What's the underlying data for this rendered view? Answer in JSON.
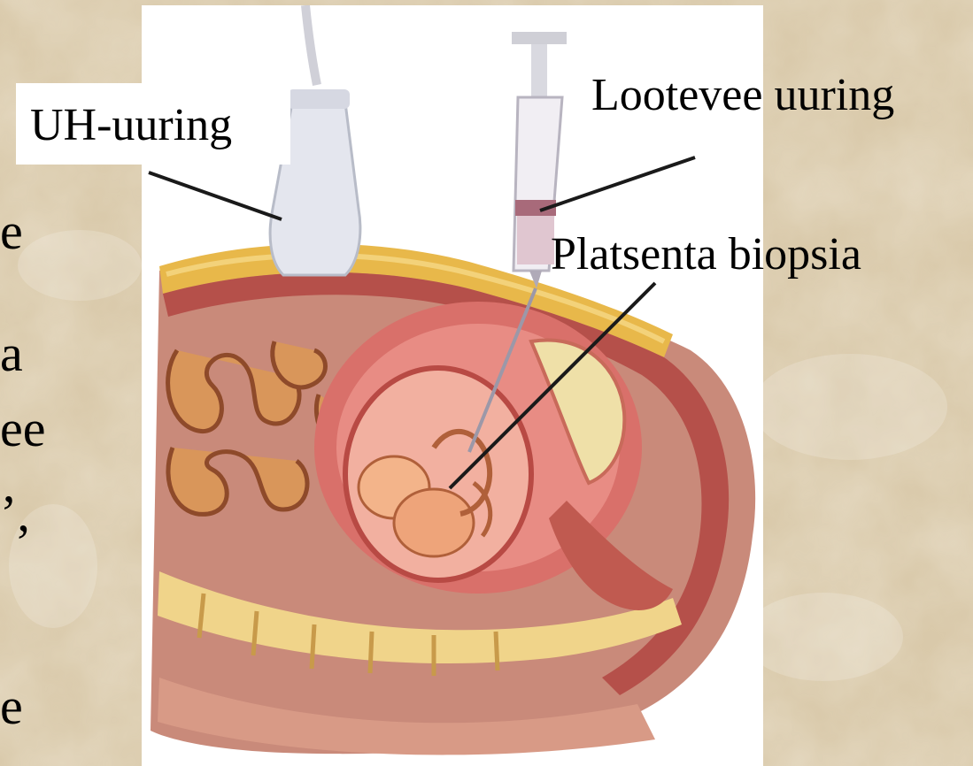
{
  "labels": {
    "ultrasound": "UH-uuring",
    "amniotic": "Lootevee uuring",
    "placenta": "Platsenta biopsia"
  },
  "left_text_fragments": [
    "e",
    "a",
    "ee",
    "’,",
    "e"
  ],
  "colors": {
    "background": "#d8c8a8",
    "label_text": "#000000",
    "label_box": "#ffffff",
    "leader_line": "#1a1a1a"
  }
}
